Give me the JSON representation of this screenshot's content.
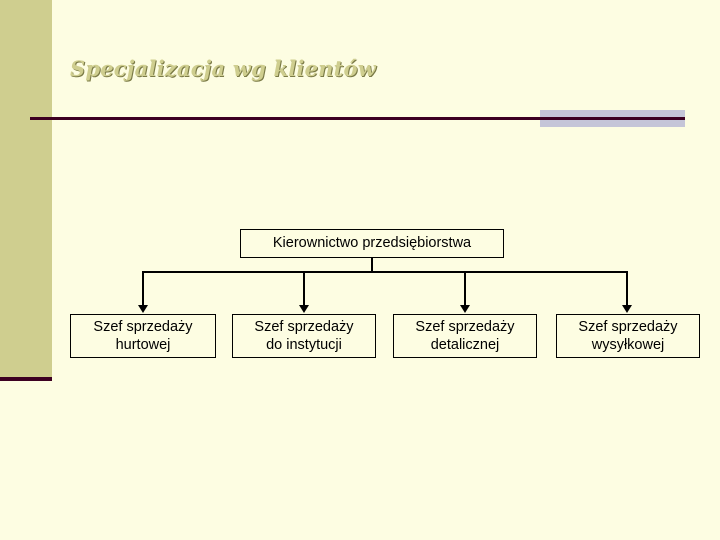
{
  "slide": {
    "title": "Specjalizacja wg klientów",
    "background_color": "#fdfde2",
    "band_color": "#cfce8f",
    "rule_color": "#3d0022",
    "rule_accent_color": "#c5c5d8"
  },
  "chart_data": {
    "type": "diagram",
    "title": "Specjalizacja wg klientów",
    "orientation": "top-down",
    "root": {
      "label": "Kierownictwo przedsiębiorstwa"
    },
    "children": [
      {
        "label": "Szef sprzedaży\nhurtowej"
      },
      {
        "label": "Szef sprzedaży\ndo instytucji"
      },
      {
        "label": "Szef sprzedaży\ndetalicznej"
      },
      {
        "label": "Szef sprzedaży\nwysyłkowej"
      }
    ]
  }
}
